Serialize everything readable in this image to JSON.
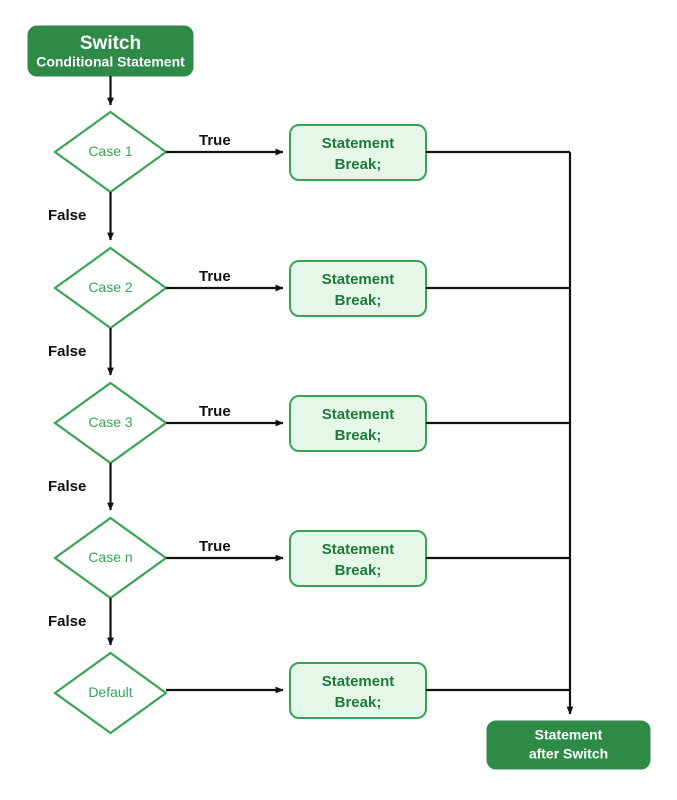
{
  "diagram": {
    "title_top": {
      "line1": "Switch",
      "line2": "Conditional Statement"
    },
    "end_node": {
      "line1": "Statement",
      "line2": "after Switch"
    },
    "decisions": [
      {
        "label": "Case 1",
        "true_label": "True",
        "false_label": "False"
      },
      {
        "label": "Case 2",
        "true_label": "True",
        "false_label": "False"
      },
      {
        "label": "Case 3",
        "true_label": "True",
        "false_label": "False"
      },
      {
        "label": "Case n",
        "true_label": "True",
        "false_label": "False"
      },
      {
        "label": "Default",
        "true_label": "",
        "false_label": ""
      }
    ],
    "statements": [
      {
        "line1": "Statement",
        "line2": "Break;"
      },
      {
        "line1": "Statement",
        "line2": "Break;"
      },
      {
        "line1": "Statement",
        "line2": "Break;"
      },
      {
        "line1": "Statement",
        "line2": "Break;"
      },
      {
        "line1": "Statement",
        "line2": "Break;"
      }
    ],
    "colors": {
      "terminal_fill": "#2e8b47",
      "terminal_text": "#ffffff",
      "decision_stroke": "#3aa355",
      "decision_text": "#3aa355",
      "process_fill": "#e4f7e9",
      "process_stroke": "#3aa355",
      "process_text": "#1f7a3a",
      "edge_stroke": "#111111",
      "edge_label_text": "#111111",
      "background": "#ffffff"
    }
  }
}
